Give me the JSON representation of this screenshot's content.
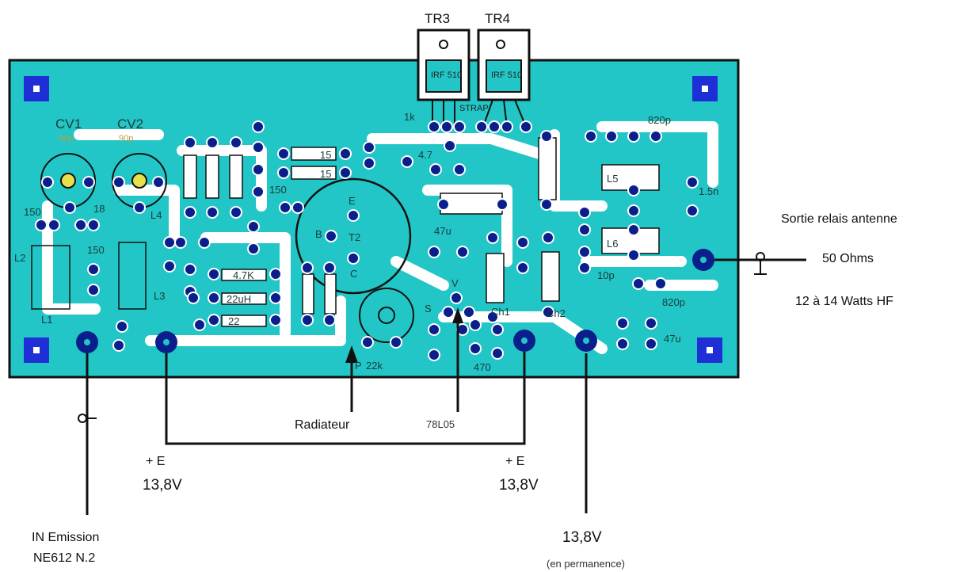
{
  "transistors": {
    "tr3": "TR3",
    "tr4": "TR4",
    "irf_text": "IRF 510",
    "strap": "STRAP"
  },
  "component_labels": {
    "cv1": "CV1",
    "cv2": "CV2",
    "cv1_val": "90p",
    "cv2_val": "90p",
    "c150_left": "150",
    "c18": "18",
    "c150_mid": "150",
    "c150_small": "150",
    "l2": "L2",
    "l3": "L3",
    "l4": "L4",
    "l1": "L1",
    "r15_a": "15",
    "r15_b": "15",
    "r47k": "4.7K",
    "l22uh": "22uH",
    "r22": "22",
    "k1": "1k",
    "c47": "4.7",
    "c47u": "47u",
    "c47u_right": "47u",
    "t2": "T2",
    "e": "E",
    "b": "B",
    "c": "C",
    "p": "P",
    "p_val": "22k",
    "c820_top": "820p",
    "c820_bot": "820p",
    "c15n": "1.5n",
    "c10p": "10p",
    "ch1": "Ch1",
    "ch2": "Ch2",
    "c470": "470",
    "v": "V",
    "s": "S",
    "l5": "L5",
    "l6": "L6"
  },
  "annotations": {
    "output": "Sortie relais antenne",
    "ohms": "50 Ohms",
    "power": "12 à 14 Watts HF",
    "radiator": "Radiateur",
    "regulator": "78L05",
    "plus_e_left": "+ E",
    "v_left": "13,8V",
    "plus_e_right": "+ E",
    "v_right": "13,8V",
    "v_perm": "13,8V",
    "perm": "(en permanence)",
    "in_line1": "IN Emission",
    "in_line2": "NE612 N.2"
  },
  "colors": {
    "board": "#22c6c6",
    "pad": "#0a1f8c",
    "trace": "#ffffff",
    "outline": "#111111",
    "corner": "#1f2fd6"
  }
}
